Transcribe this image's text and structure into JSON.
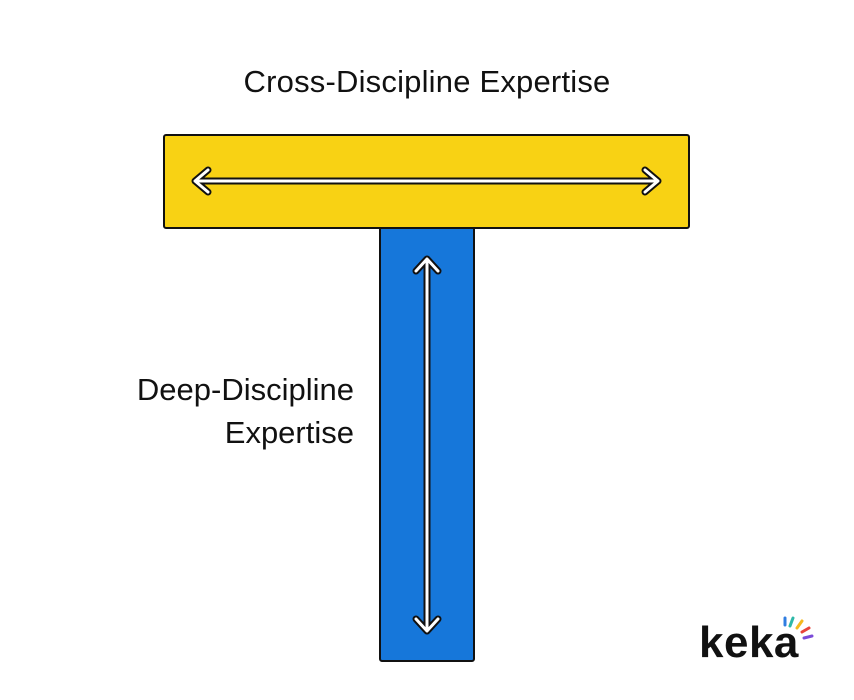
{
  "top_label": "Cross-Discipline Expertise",
  "side_label": {
    "line1": "Deep-Discipline",
    "line2": "Expertise"
  },
  "colors": {
    "horizontal_bar": "#F8D214",
    "vertical_bar": "#1677DA",
    "outline": "#111111",
    "arrow_fill": "#ffffff"
  },
  "logo": {
    "text": "keka",
    "accent_colors": [
      "#2EB8A8",
      "#F5B91E",
      "#E8443A",
      "#7B4BD8",
      "#2F7DE1"
    ]
  }
}
